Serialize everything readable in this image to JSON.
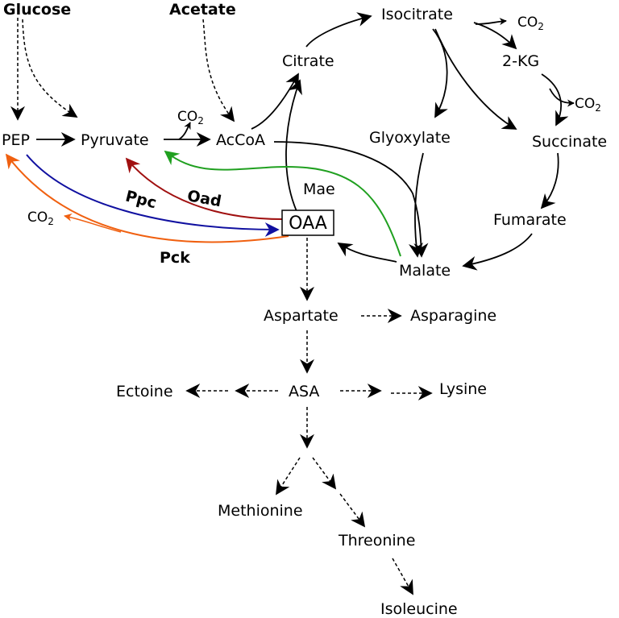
{
  "metabolites": {
    "glucose": "Glucose",
    "acetate": "Acetate",
    "pep": "PEP",
    "pyruvate": "Pyruvate",
    "accoa": "AcCoA",
    "citrate": "Citrate",
    "isocitrate": "Isocitrate",
    "kg": "2-KG",
    "succinate": "Succinate",
    "glyoxylate": "Glyoxylate",
    "fumarate": "Fumarate",
    "malate": "Malate",
    "oaa": "OAA",
    "aspartate": "Aspartate",
    "asparagine": "Asparagine",
    "asa": "ASA",
    "ectoine": "Ectoine",
    "lysine": "Lysine",
    "methionine": "Methionine",
    "threonine": "Threonine",
    "isoleucine": "Isoleucine"
  },
  "co2": {
    "main": "CO",
    "sub": "2"
  },
  "enzymes": {
    "ppc": {
      "label": "Ppc",
      "color": "#1010a0"
    },
    "oad": {
      "label": "Oad",
      "color": "#a01010"
    },
    "mae": {
      "label": "Mae",
      "color": "#20a020"
    },
    "pck": {
      "label": "Pck",
      "color": "#f06010"
    }
  }
}
